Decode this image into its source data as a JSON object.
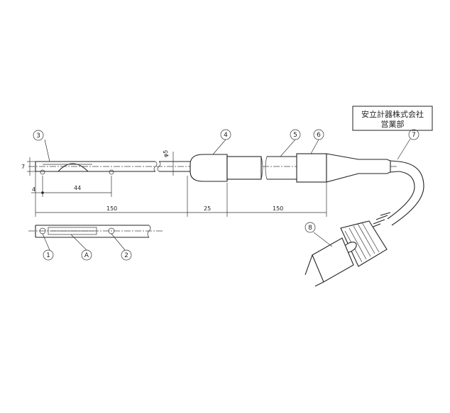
{
  "stamp": {
    "line1": "安立計器株式会社",
    "line2": "営業部"
  },
  "callouts": [
    "3",
    "4",
    "5",
    "6",
    "7",
    "8",
    "1",
    "A",
    "2"
  ],
  "dimensions": {
    "height": "7",
    "diameter": "φ5",
    "offset": "4",
    "sensor_pos": "44",
    "probe_len": "150",
    "handle_len": "25",
    "cable_len": "150"
  }
}
